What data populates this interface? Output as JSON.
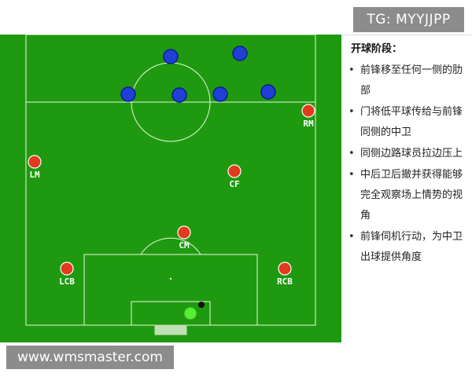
{
  "watermark_top": "TG: MYYJJPP",
  "watermark_bottom": "www.wmsmaster.com",
  "panel": {
    "title": "开球阶段：",
    "bullets": [
      "前锋移至任何一侧的肋部",
      "门将低平球传给与前锋同侧的中卫",
      "同侧边路球员拉边压上",
      "中后卫后撤并获得能够完全观察场上情势的视角",
      "前锋伺机行动，为中卫出球提供角度"
    ]
  },
  "players": {
    "rm": "RM",
    "lm": "LM",
    "cf": "CF",
    "cm": "CM",
    "lcb": "LCB",
    "rcb": "RCB"
  },
  "colors": {
    "pitch": "#1f9a10",
    "team_red": "#e23a1c",
    "team_blue": "#1f3fd6",
    "goalkeeper": "#55ee33"
  }
}
